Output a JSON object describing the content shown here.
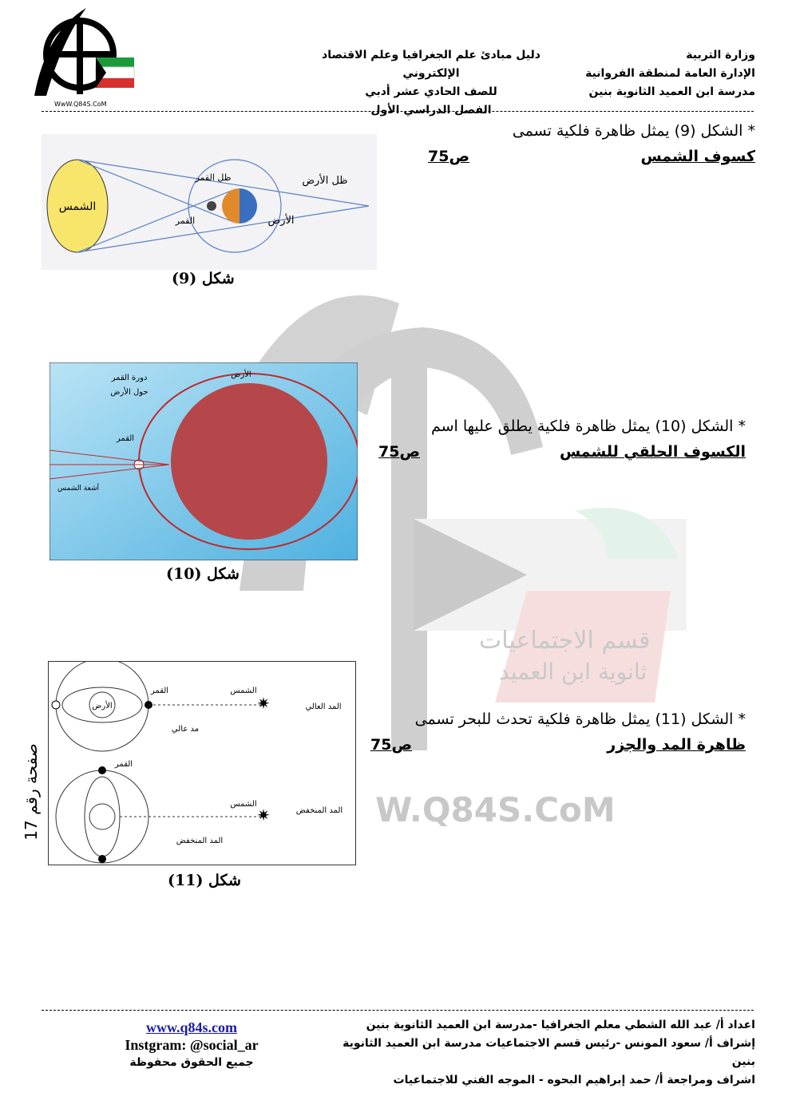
{
  "header": {
    "right": [
      "وزارة التربية",
      "الإدارة العامة لمنطقة الفروانية",
      "مدرسة ابن العميد الثانوية بنين"
    ],
    "center": [
      "دليل مبادئ علم الجغرافيا وعلم الاقتصاد الإلكتروني",
      "للصف الحادي عشر أدبي",
      "الفصل الدراسي الأول"
    ],
    "logo_text": "WwW.Q84S.CoM"
  },
  "questions": [
    {
      "prefix": "* الشكل (9) يمثل ظاهرة فلكية تسمى",
      "answer": "كسوف الشمس",
      "page": "ص75"
    },
    {
      "prefix": "* الشكل (10) يمثل ظاهرة فلكية يطلق عليها اسم",
      "answer": "الكسوف الحلقي للشمس",
      "page": "ص75"
    },
    {
      "prefix": "* الشكل (11) يمثل ظاهرة فلكية تحدث للبحر تسمى",
      "answer": "ظاهرة المد والجزر",
      "page": "ص75"
    }
  ],
  "figures": {
    "fig9": {
      "caption": "شكل (9)",
      "labels": {
        "sun": "الشمس",
        "moon": "القمر",
        "moon_shadow": "ظل القمر",
        "earth": "الأرض",
        "earth_shadow": "ظل الأرض"
      }
    },
    "fig10": {
      "caption": "شكل (10)",
      "labels": {
        "orbit": "دورة القمر",
        "orbit2": "حول الأرض",
        "earth": "الأرض",
        "moon": "القمر",
        "rays": "أشعة الشمس"
      }
    },
    "fig11": {
      "caption": "شكل (11)",
      "labels": {
        "moon": "القمر",
        "sun": "الشمس",
        "high_tide": "المد العالي",
        "high": "مد عالي",
        "earth": "الأرض",
        "low_tide": "المد المنخفض"
      }
    }
  },
  "watermark": {
    "line1": "قسم الاجتماعيات",
    "line2": "ثانوية ابن العميد",
    "site": "W.Q84S.CoM"
  },
  "page_number": "صفحة رقم 17",
  "footer": {
    "credits": [
      "اعداد أ/ عبد الله الشطي معلم الجغرافيا -مدرسة ابن العميد الثانوية بنين",
      "إشراف أ/ سعود المونس -رئيس قسم الاجتماعيات مدرسة ابن العميد الثانوية بنين",
      "اشراف ومراجعة أ/ حمد إبراهيم البحوه - الموجه الفني للاجتماعيات"
    ],
    "website": "www.q84s.com",
    "instagram": "Instgram: @social_ar",
    "rights": "جميع الحقوق محفوظة"
  },
  "colors": {
    "sun": "#f7e66b",
    "earth": "#b5474a",
    "sea": "#6fc3e6",
    "kuwait_green": "#1b9a3c",
    "kuwait_red": "#d6312f"
  }
}
